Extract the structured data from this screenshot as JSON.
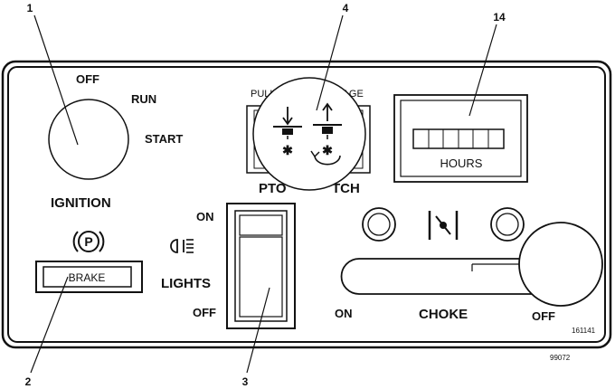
{
  "callouts": {
    "c1": "1",
    "c2": "2",
    "c3": "3",
    "c4": "4",
    "c14": "14"
  },
  "ignition": {
    "off": "OFF",
    "run": "RUN",
    "start": "START",
    "label": "IGNITION"
  },
  "brake": {
    "symbol": "P",
    "label": "BRAKE"
  },
  "lights": {
    "on": "ON",
    "label": "LIGHTS",
    "off": "OFF"
  },
  "pto": {
    "pull": "PULL",
    "engage": "GAGE",
    "label_left": "PTO",
    "label_right": "TCH"
  },
  "hours": {
    "label": "HOURS",
    "digit_count": 6
  },
  "choke": {
    "on": "ON",
    "label": "CHOKE",
    "off": "OFF"
  },
  "codes": {
    "panel": "161141",
    "figure": "99072"
  }
}
